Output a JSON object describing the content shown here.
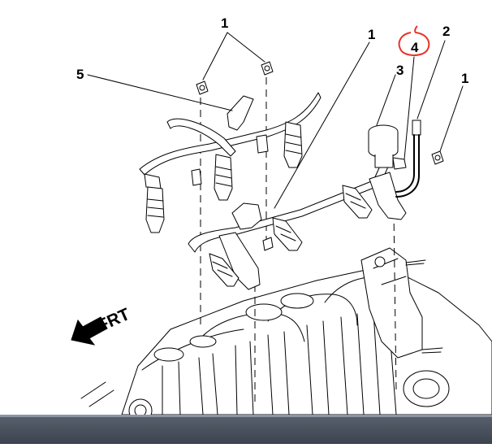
{
  "diagram": {
    "callouts": {
      "c1_top": "1",
      "c1_mid": "1",
      "c1_right": "1",
      "c2": "2",
      "c3": "3",
      "c4": "4",
      "c5": "5"
    },
    "direction_label": "FRT",
    "highlight_color": "#e8342a"
  }
}
